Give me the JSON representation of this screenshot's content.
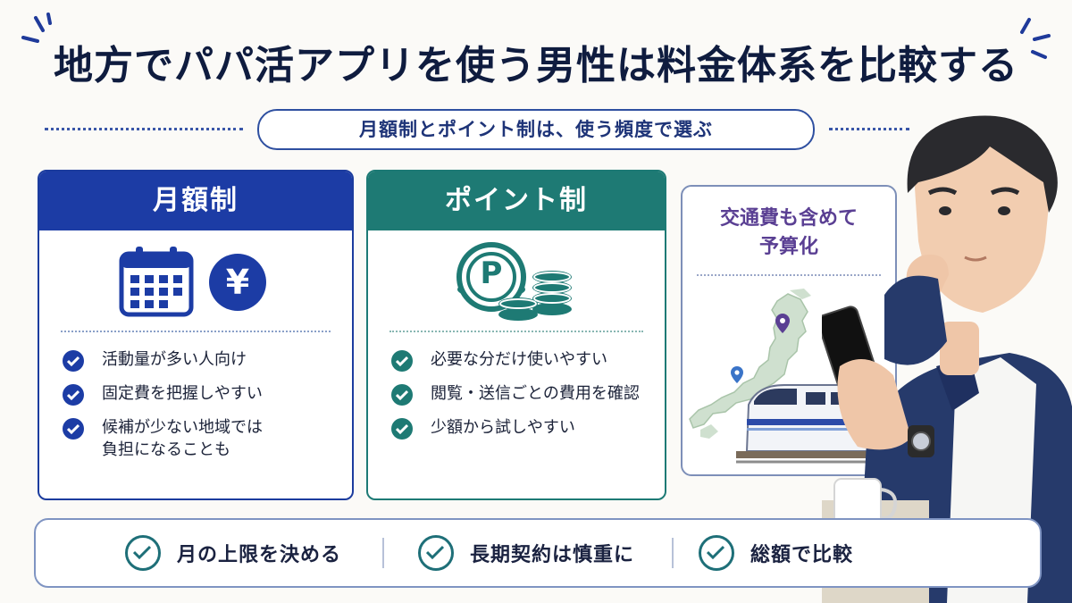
{
  "title": "地方でパパ活アプリを使う男性は料金体系を比較する",
  "subtitle": "月額制とポイント制は、使う頻度で選ぶ",
  "monthly": {
    "heading": "月額制",
    "currency_symbol": "¥",
    "icons": [
      "calendar-icon",
      "yen-coin-icon"
    ],
    "items": [
      "活動量が多い人向け",
      "固定費を把握しやすい",
      "候補が少ない地域では\n負担になることも"
    ],
    "accent": "#1c3ca5"
  },
  "point": {
    "heading": "ポイント制",
    "coin_letter": "P",
    "icons": [
      "point-coins-icon"
    ],
    "items": [
      "必要な分だけ使いやすい",
      "閲覧・送信ごとの費用を確認",
      "少額から試しやすい"
    ],
    "accent": "#1e7a74"
  },
  "budget": {
    "title_line1": "交通費も含めて",
    "title_line2": "予算化",
    "icons": [
      "japan-map-icon",
      "location-pin-icon",
      "train-icon"
    ]
  },
  "tips": [
    "月の上限を決める",
    "長期契約は慎重に",
    "総額で比較"
  ]
}
